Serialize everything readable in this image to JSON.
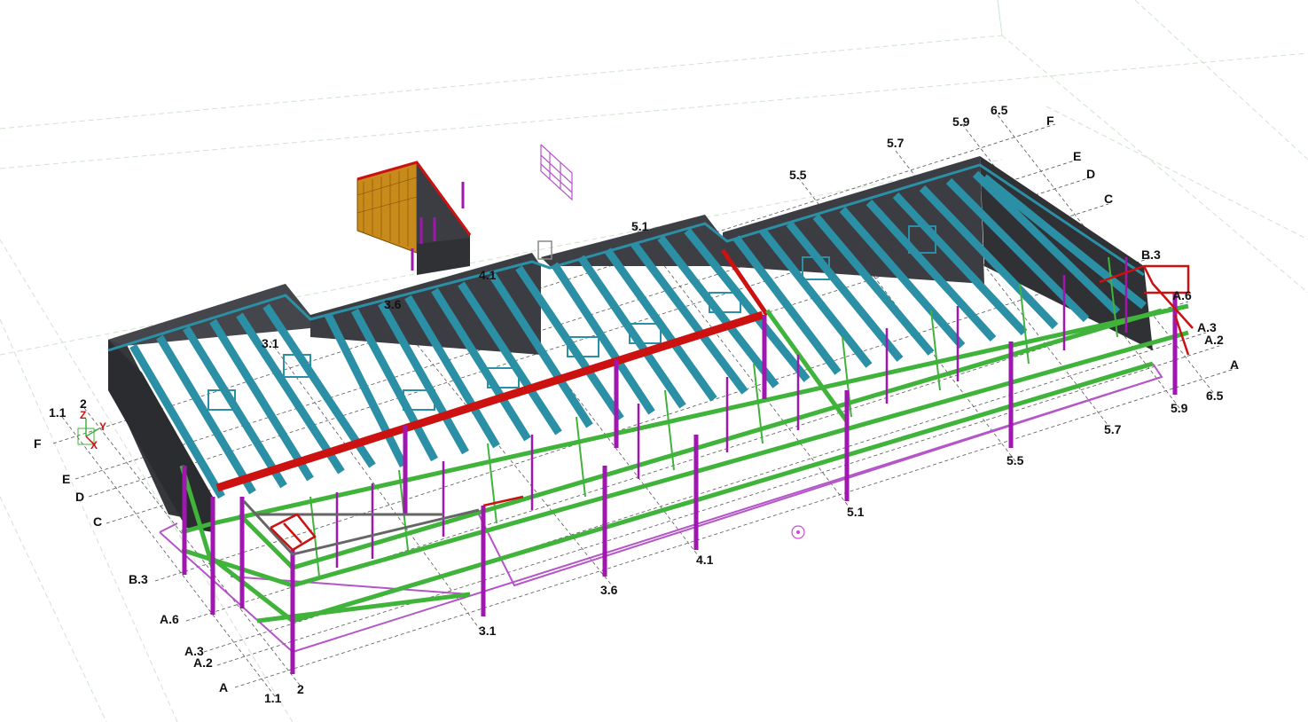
{
  "colors": {
    "wall": "#3d3f44",
    "wall_dark": "#2c2e32",
    "joist": "#2b8fa5",
    "beam_red": "#cc1111",
    "column": "#a017b0",
    "rail_green": "#3fb33a",
    "base_purple": "#b455c8",
    "grid_line": "#444444",
    "ground_grid": "#cfe8cf",
    "panel_orange": "#c98a1c"
  },
  "gizmo": {
    "z_label": "Z",
    "y_label": "Y",
    "x_label": "X"
  },
  "grid_labels_top": {
    "g1": "3.1",
    "g2": "3.6",
    "g3": "4.1",
    "g4": "5.1",
    "g5": "5.5",
    "g6": "5.7",
    "g7": "5.9",
    "g8": "6.5"
  },
  "grid_letters_right": {
    "F": "F",
    "E": "E",
    "D": "D",
    "C": "C",
    "B3": "B.3",
    "A6": "A.6",
    "A3": "A.3",
    "A2": "A.2",
    "A": "A"
  },
  "grid_labels_right_bottom": {
    "g65": "6.5",
    "g59": "5.9",
    "g57": "5.7",
    "g55": "5.5",
    "g51": "5.1",
    "g41": "4.1",
    "g36": "3.6",
    "g31": "3.1"
  },
  "grid_letters_left": {
    "F": "F",
    "E": "E",
    "D": "D",
    "C": "C",
    "B3": "B.3",
    "A6": "A.6",
    "A3": "A.3",
    "A2": "A.2",
    "A": "A"
  },
  "grid_numbers_left": {
    "n11_top": "1.1",
    "n2_top": "2",
    "n11_bottom": "1.1",
    "n2_bottom": "2"
  }
}
